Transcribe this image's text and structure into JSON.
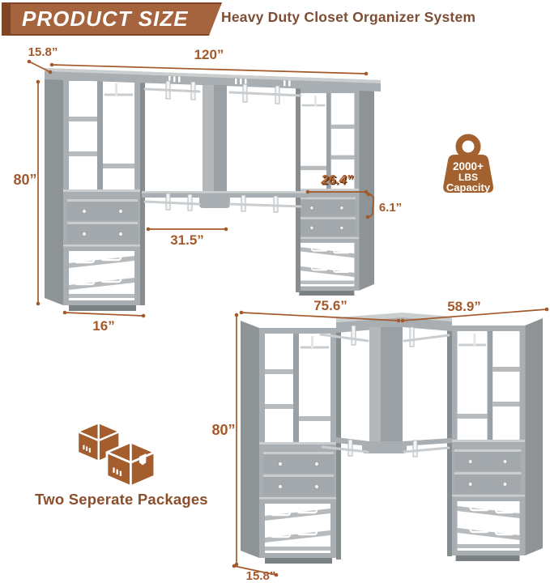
{
  "header": {
    "badge": "PRODUCT SIZE",
    "title": "Heavy Duty Closet Organizer System"
  },
  "top_unit": {
    "depth": "15.8”",
    "width": "120”",
    "height": "80”",
    "tower_width": "16”",
    "center_span": "31.5”",
    "drawer_width": "26.4”",
    "drawer_height": "6.1”"
  },
  "bottom_unit": {
    "left_width": "75.6”",
    "right_width": "58.9”",
    "height": "80”",
    "depth": "15.8”"
  },
  "capacity_badge": {
    "line1": "2000+",
    "line2": "LBS",
    "line3": "Capacity"
  },
  "packages": {
    "label": "Two Seperate Packages"
  },
  "icons": {
    "capacity": "weight-icon",
    "packages": "package-boxes-icon"
  },
  "colors": {
    "accent": "#A4592B",
    "banner": "#A5643D",
    "banner_dark": "#7F4524",
    "title_text": "#7D4E35",
    "caption_text": "#8C4E2B",
    "badge_fill": "#A2612F",
    "box_fill": "#A45E2D",
    "unit_gray": "#A9AEB2"
  }
}
